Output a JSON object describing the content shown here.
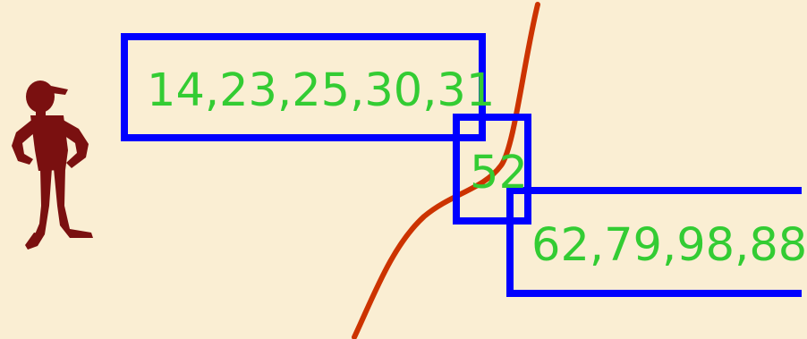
{
  "diagram": {
    "colors": {
      "background": "#faeed3",
      "box_border": "#0000ff",
      "text": "#33cc33",
      "curve": "#cc3300",
      "figure": "#7a1010"
    },
    "boxes": {
      "left": {
        "text": "14,23,25,30,31"
      },
      "middle": {
        "text": "52"
      },
      "right": {
        "text": "62,79,98,88"
      }
    }
  }
}
